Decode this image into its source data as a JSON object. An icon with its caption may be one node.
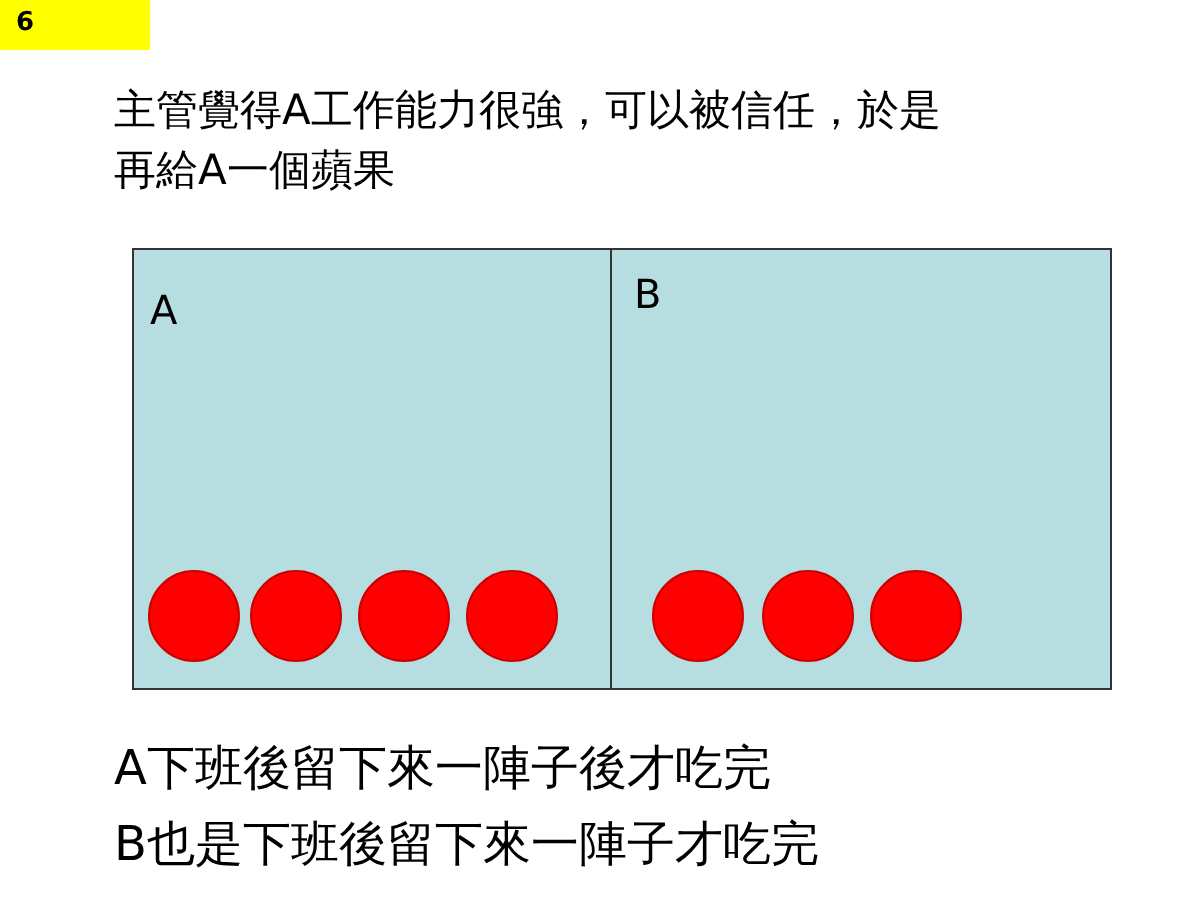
{
  "diagram": {
    "title": "主管覺得A工作能力很強，可以被信任，於是再給A一個蘋果",
    "nodes": [
      {
        "text": [
          "6"
        ]
      },
      {
        "text": [
          "A"
        ]
      },
      {
        "text": [
          "B"
        ]
      },
      {
        "text": [],
        "shape": "circle",
        "in": 1
      },
      {
        "text": [],
        "shape": "circle",
        "in": 1
      },
      {
        "text": [],
        "shape": "circle",
        "in": 1
      },
      {
        "text": [],
        "shape": "circle",
        "in": 1
      },
      {
        "text": [],
        "shape": "circle",
        "in": 2
      },
      {
        "text": [],
        "shape": "circle",
        "in": 2
      },
      {
        "text": [],
        "shape": "circle",
        "in": 2
      }
    ],
    "labels": [
      "A下班後留下來一陣子後才吃完",
      "B也是下班後留下來一陣子才吃完"
    ]
  }
}
